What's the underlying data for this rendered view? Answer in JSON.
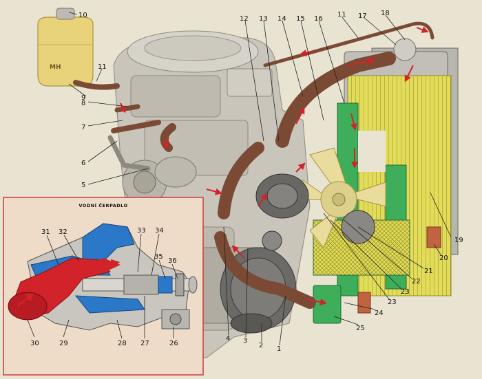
{
  "inset": {
    "title": "VODNÍ ČERPADLO"
  },
  "tank_logo": "MH",
  "colors": {
    "background": "#e9e3d2",
    "engine": "#c9c5bb",
    "hose": "#7b4a35",
    "coolant": "#d2232a",
    "pump_housing": "#2b78c8",
    "radiator_core": "#e3dc5a",
    "radiator_tank": "#3fae5a",
    "inset_bg": "#efdcc8",
    "inset_border": "#d03a3a",
    "fan": "#e9dc9c",
    "expansion_tank": "#e8d27a"
  },
  "labels": [
    {
      "id": "1",
      "text": "1"
    },
    {
      "id": "2",
      "text": "2"
    },
    {
      "id": "3",
      "text": "3"
    },
    {
      "id": "4",
      "text": "4"
    },
    {
      "id": "5",
      "text": "5"
    },
    {
      "id": "6",
      "text": "6"
    },
    {
      "id": "7",
      "text": "7"
    },
    {
      "id": "8",
      "text": "8"
    },
    {
      "id": "9",
      "text": "9"
    },
    {
      "id": "10",
      "text": "10"
    },
    {
      "id": "11a",
      "text": "11"
    },
    {
      "id": "11b",
      "text": "11"
    },
    {
      "id": "12",
      "text": "12"
    },
    {
      "id": "13",
      "text": "13"
    },
    {
      "id": "14",
      "text": "14"
    },
    {
      "id": "15",
      "text": "15"
    },
    {
      "id": "16",
      "text": "16"
    },
    {
      "id": "17",
      "text": "17"
    },
    {
      "id": "18",
      "text": "18"
    },
    {
      "id": "19",
      "text": "19"
    },
    {
      "id": "20",
      "text": "20"
    },
    {
      "id": "21",
      "text": "21"
    },
    {
      "id": "22",
      "text": "22"
    },
    {
      "id": "23a",
      "text": "23"
    },
    {
      "id": "23b",
      "text": "23"
    },
    {
      "id": "24",
      "text": "24"
    },
    {
      "id": "25",
      "text": "25"
    },
    {
      "id": "26",
      "text": "26"
    },
    {
      "id": "27",
      "text": "27"
    },
    {
      "id": "28",
      "text": "28"
    },
    {
      "id": "29",
      "text": "29"
    },
    {
      "id": "30",
      "text": "30"
    },
    {
      "id": "31",
      "text": "31"
    },
    {
      "id": "32",
      "text": "32"
    },
    {
      "id": "33",
      "text": "33"
    },
    {
      "id": "34",
      "text": "34"
    },
    {
      "id": "35",
      "text": "35"
    },
    {
      "id": "36",
      "text": "36"
    }
  ]
}
